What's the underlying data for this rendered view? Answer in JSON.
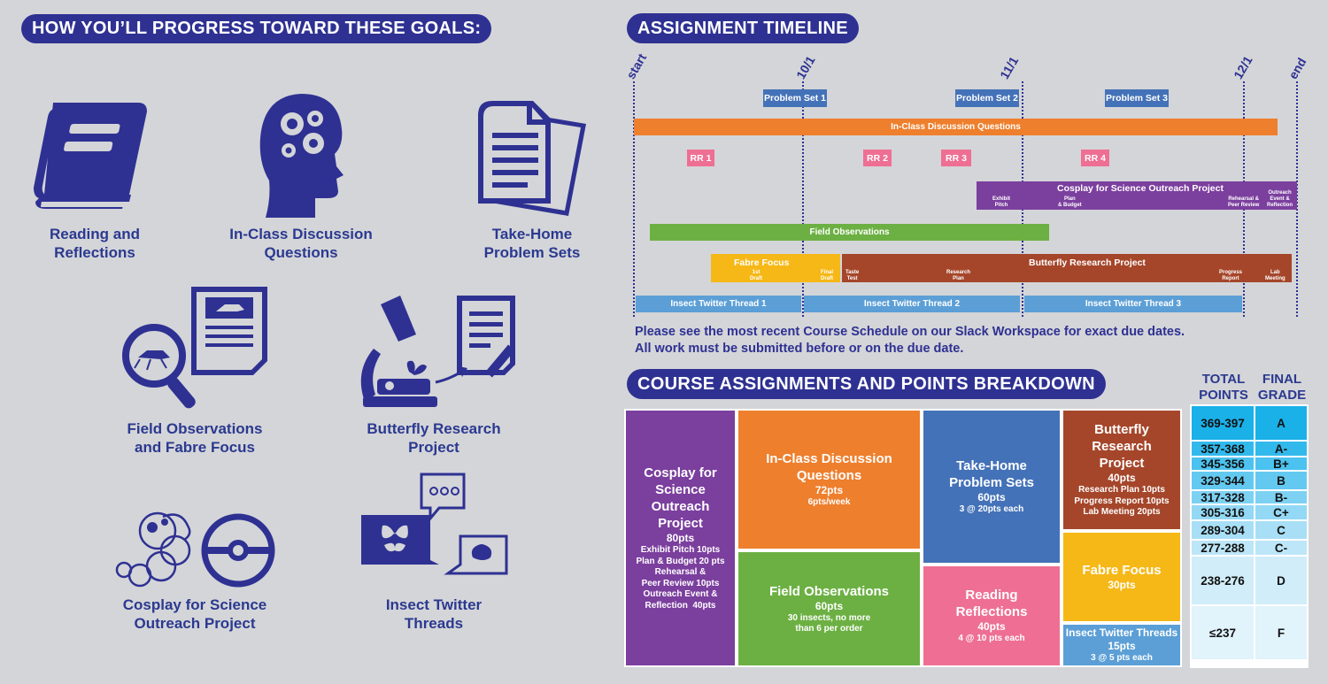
{
  "headers": {
    "progress": "HOW YOU’LL PROGRESS TOWARD THESE GOALS:",
    "timeline": "ASSIGNMENT TIMELINE",
    "breakdown": "COURSE ASSIGNMENTS AND POINTS BREAKDOWN"
  },
  "goals": [
    {
      "icon": "book-icon",
      "line1": "Reading and",
      "line2": "Reflections"
    },
    {
      "icon": "brain-gears-icon",
      "line1": "In-Class Discussion",
      "line2": "Questions"
    },
    {
      "icon": "documents-icon",
      "line1": "Take-Home",
      "line2": "Problem Sets"
    },
    {
      "icon": "magnifier-insect-icon",
      "line1": "Field Observations",
      "line2": "and Fabre Focus"
    },
    {
      "icon": "microscope-butterfly-icon",
      "line1": "Butterfly Research",
      "line2": "Project"
    },
    {
      "icon": "caterpillar-pokeball-icon",
      "line1": "Cosplay for Science",
      "line2": "Outreach Project"
    },
    {
      "icon": "chat-bubbles-icon",
      "line1": "Insect Twitter",
      "line2": "Threads"
    }
  ],
  "timeline": {
    "ticks": [
      "start",
      "10/1",
      "11/1",
      "12/1",
      "end"
    ],
    "problem_sets": [
      "Problem Set 1",
      "Problem Set 2",
      "Problem Set 3"
    ],
    "discussion": "In-Class Discussion Questions",
    "rr": [
      "RR 1",
      "RR 2",
      "RR 3",
      "RR 4"
    ],
    "cosplay": {
      "title": "Cosplay for Science Outreach Project",
      "subs": [
        "Exhibit\nPitch",
        "Plan\n& Budget",
        "Rehearsal &\nPeer Review",
        "Outreach\nEvent &\nReflection"
      ]
    },
    "field": "Field Observations",
    "fabre": {
      "title": "Fabre Focus",
      "subs": [
        "1st\nDraft",
        "Final\nDraft"
      ]
    },
    "butterfly": {
      "title": "Butterfly Research Project",
      "subs": [
        "Taste\nTest",
        "Research\nPlan",
        "Progress\nReport",
        "Lab\nMeeting"
      ]
    },
    "twitter": [
      "Insect Twitter Thread 1",
      "Insect Twitter Thread 2",
      "Insect Twitter Thread 3"
    ],
    "note_line1": "Please see the most recent Course Schedule on our Slack Workspace for exact due dates.",
    "note_line2": "All work must be submitted before or on the due date."
  },
  "treemap": [
    {
      "title": "Cosplay for Science Outreach Project",
      "points": "80pts",
      "details": "Exhibit Pitch 10pts\nPlan & Budget 20 pts\nRehearsal &\nPeer Review 10pts\nOutreach Event &\nReflection  40pts",
      "color": "#7b3f9e"
    },
    {
      "title": "In-Class Discussion Questions",
      "points": "72pts",
      "details": "6pts/week",
      "color": "#ee7f2d"
    },
    {
      "title": "Field Observations",
      "points": "60pts",
      "details": "30 insects, no more\nthan 6 per order",
      "color": "#6cb043"
    },
    {
      "title": "Take-Home Problem Sets",
      "points": "60pts",
      "details": "3 @ 20pts each",
      "color": "#4472b8"
    },
    {
      "title": "Reading Reflections",
      "points": "40pts",
      "details": "4 @ 10 pts each",
      "color": "#ee6f93"
    },
    {
      "title": "Butterfly Research Project",
      "points": "40pts",
      "details": "Research Plan 10pts\nProgress Report 10pts\nLab Meeting 20pts",
      "color": "#a5462a"
    },
    {
      "title": "Fabre Focus",
      "points": "30pts",
      "details": "",
      "color": "#f6b817"
    },
    {
      "title": "Insect Twitter Threads",
      "points": "15pts",
      "details": "3 @ 5 pts each",
      "color": "#5b9fd6"
    }
  ],
  "grades": {
    "header_points": "TOTAL\nPOINTS",
    "header_grade": "FINAL\nGRADE",
    "rows": [
      {
        "points": "369-397",
        "grade": "A"
      },
      {
        "points": "357-368",
        "grade": "A-"
      },
      {
        "points": "345-356",
        "grade": "B+"
      },
      {
        "points": "329-344",
        "grade": "B"
      },
      {
        "points": "317-328",
        "grade": "B-"
      },
      {
        "points": "305-316",
        "grade": "C+"
      },
      {
        "points": "289-304",
        "grade": "C"
      },
      {
        "points": "277-288",
        "grade": "C-"
      },
      {
        "points": "238-276",
        "grade": "D"
      },
      {
        "points": "≤237",
        "grade": "F"
      }
    ],
    "colors": [
      "#1ab0e8",
      "#32b9ec",
      "#4bc2ef",
      "#64c9f0",
      "#7dd1f3",
      "#93d8f4",
      "#a8dff6",
      "#bde6f8",
      "#d0edf9",
      "#e1f3fb"
    ]
  }
}
